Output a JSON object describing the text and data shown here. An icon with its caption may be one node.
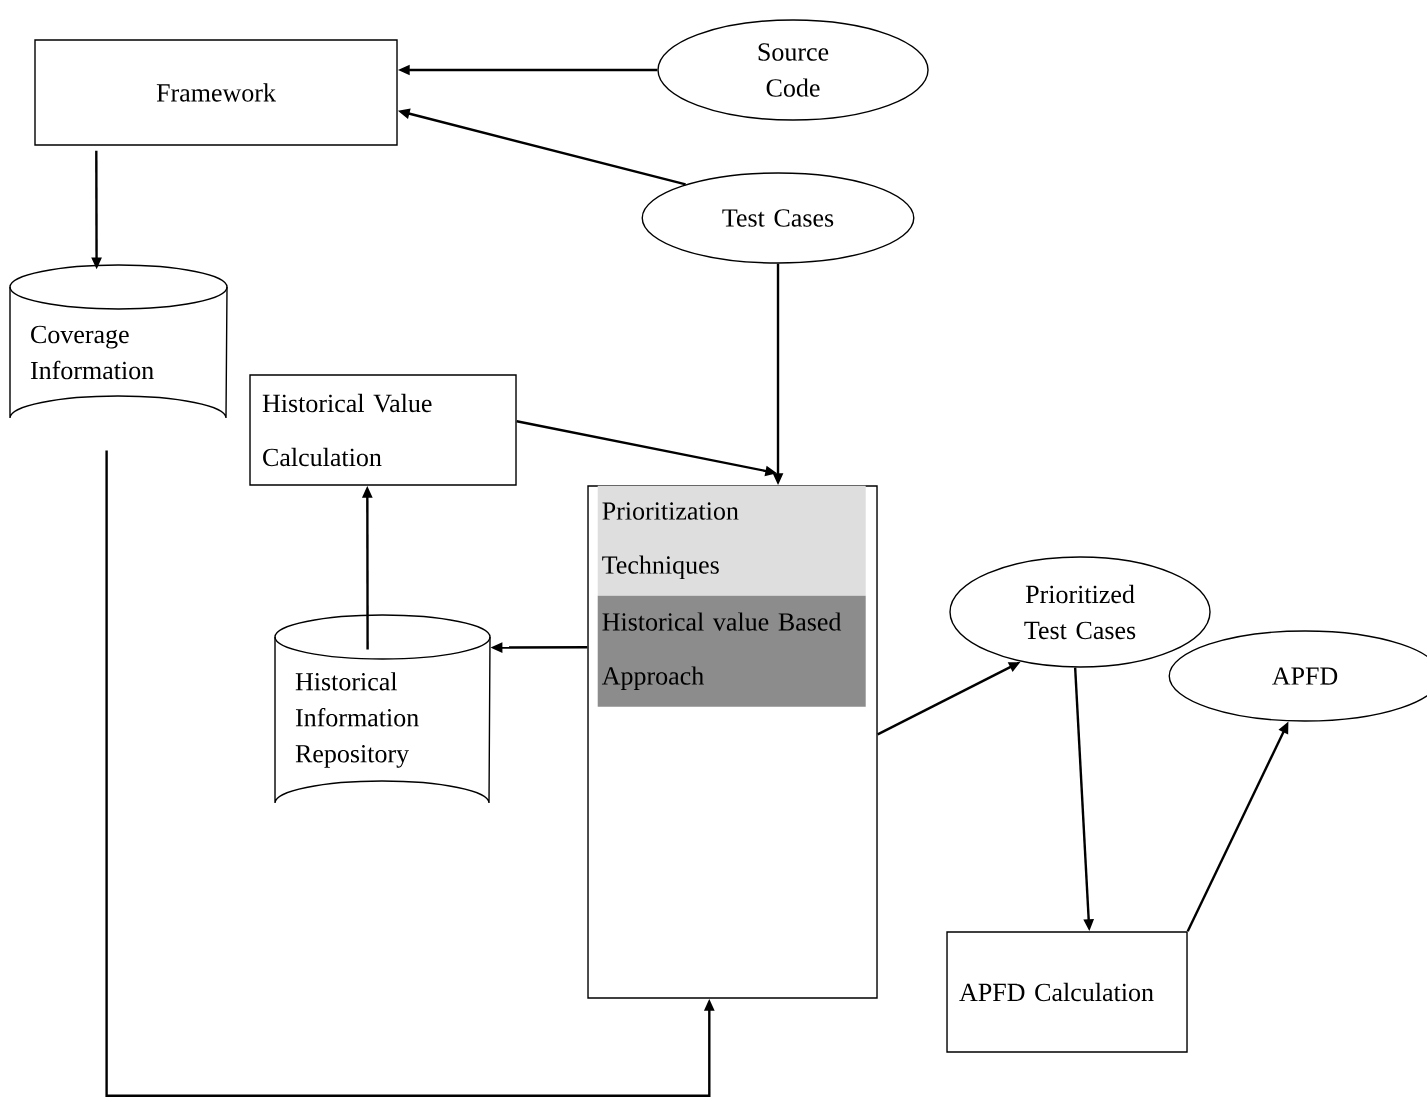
{
  "diagram": {
    "nodes": [
      {
        "text": [
          "Framework"
        ]
      },
      {
        "text": [
          "Source Code"
        ]
      },
      {
        "text": [
          "Test Cases"
        ]
      },
      {
        "text": [
          "Coverage Information"
        ]
      },
      {
        "text": [
          "Historical Value Calculation"
        ]
      },
      {
        "text": [],
        "shape": "box"
      },
      {
        "text": [
          "Prioritization Techniques"
        ],
        "in": 5
      },
      {
        "text": [
          "Historical value Based Approach"
        ],
        "in": 5
      },
      {
        "text": [
          "Historical Information Repository"
        ]
      },
      {
        "text": [
          "Prioritized Test Cases"
        ]
      },
      {
        "text": [
          "APFD"
        ]
      },
      {
        "text": [
          "APFD Calculation"
        ]
      }
    ],
    "edges": [
      {
        "from": 1,
        "to": 0,
        "arrow": "to"
      },
      {
        "from": 2,
        "to": 0,
        "arrow": "to"
      },
      {
        "from": 0,
        "to": 3,
        "arrow": "to"
      },
      {
        "from": 2,
        "to": 5,
        "arrow": "to"
      },
      {
        "from": 4,
        "to": 5,
        "arrow": "to"
      },
      {
        "from": 5,
        "to": 8,
        "arrow": "to"
      },
      {
        "from": 8,
        "to": 4,
        "arrow": "to"
      },
      {
        "from": 3,
        "to": 5,
        "arrow": "to"
      },
      {
        "from": 5,
        "to": 9,
        "arrow": "to"
      },
      {
        "from": 9,
        "to": 11,
        "arrow": "to"
      },
      {
        "from": 11,
        "to": 10,
        "arrow": "to"
      }
    ]
  }
}
